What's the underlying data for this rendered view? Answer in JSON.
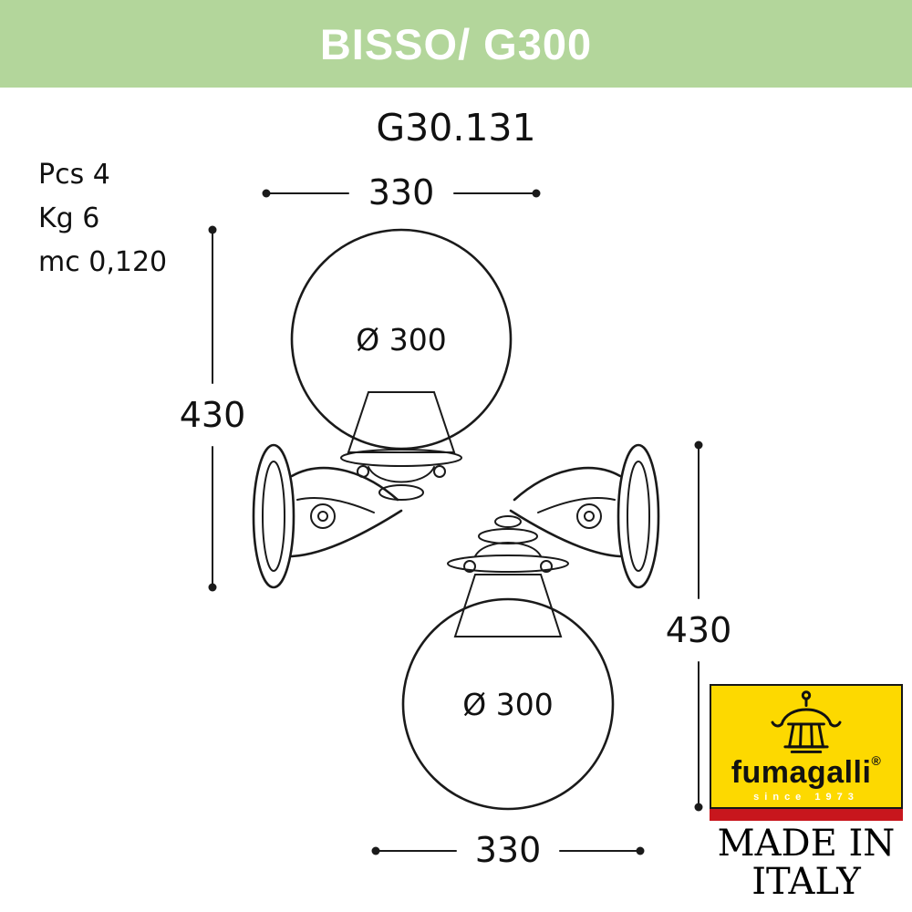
{
  "header": {
    "title": "BISSO/ G300"
  },
  "model_number": "G30.131",
  "specs": {
    "pcs": "Pcs 4",
    "kg": "Kg 6",
    "mc": "mc 0,120"
  },
  "drawing": {
    "top_width_mm": "330",
    "left_height_mm": "430",
    "right_height_mm": "430",
    "bottom_width_mm": "330",
    "upper_globe_diameter": "Ø 300",
    "lower_globe_diameter": "Ø 300"
  },
  "logo": {
    "brand": "fumagalli",
    "registered_mark": "®",
    "since": "since 1973",
    "made_in_line1": "MADE IN",
    "made_in_line2": "ITALY"
  },
  "colors": {
    "header_green": "#b3d69b",
    "logo_yellow": "#fdd900",
    "logo_red": "#c8161d",
    "line_color": "#1a1a1a"
  }
}
